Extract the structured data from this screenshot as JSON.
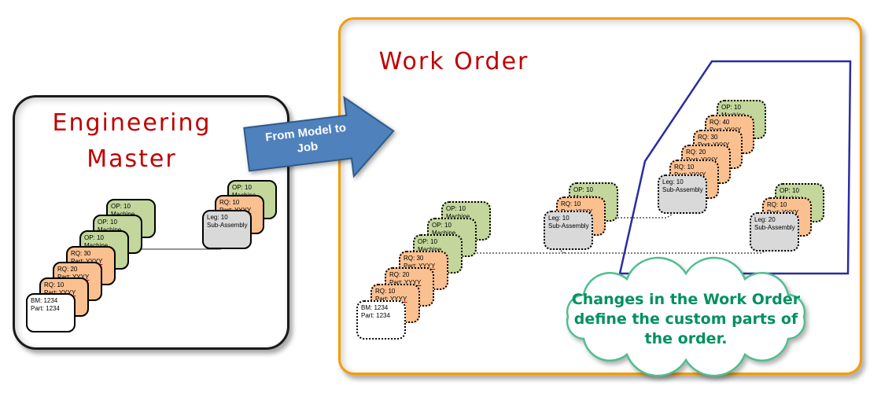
{
  "titles": {
    "engineering_master_line1": "Engineering",
    "engineering_master_line2": "Master",
    "work_order": "Work Order"
  },
  "arrow": {
    "label_line1": "From Model to",
    "label_line2": "Job"
  },
  "cloud": {
    "line1": "Changes in the Work Order",
    "line2": "define the custom parts of",
    "line3": "the order."
  },
  "colors": {
    "title_red": "#C00000",
    "work_order_border": "#F59C00",
    "engineering_border": "#1A1A1A",
    "arrow_fill": "#4F81BD",
    "arrow_stroke": "#2E5A88",
    "polygon_blue": "#2B2BA3",
    "cloud_green": "#4FBE8F",
    "cloud_text_green": "#00915F",
    "card_green": "#C3D69B",
    "card_orange": "#FAC090",
    "card_gray": "#D9D9D9",
    "card_white": "#FFFFFF"
  },
  "stacks": {
    "em_main": {
      "cards": [
        {
          "line1": "OP: 10",
          "line2": "Machine"
        },
        {
          "line1": "OP: 10",
          "line2": "Machine"
        },
        {
          "line1": "OP: 10",
          "line2": "Machine"
        },
        {
          "line1": "RQ: 30",
          "line2": "Part: YYYY"
        },
        {
          "line1": "RQ: 20",
          "line2": "Part: YYYY"
        },
        {
          "line1": "RQ: 10",
          "line2": "Part: YYYY"
        },
        {
          "line1": "BM: 1234",
          "line2": "Part: 1234"
        }
      ]
    },
    "em_sub": {
      "cards": [
        {
          "line1": "OP: 10",
          "line2": "Machine"
        },
        {
          "line1": "RQ: 10",
          "line2": "Part: YYYY"
        },
        {
          "line1": "Leg: 10",
          "line2": "Sub-Assembly"
        }
      ]
    },
    "wo_main": {
      "cards": [
        {
          "line1": "OP: 10",
          "line2": "Machine"
        },
        {
          "line1": "OP: 10",
          "line2": "Machine"
        },
        {
          "line1": "OP: 10",
          "line2": "Machine"
        },
        {
          "line1": "RQ: 30",
          "line2": "Part: YYYY"
        },
        {
          "line1": "RQ: 20",
          "line2": "Part: YYYY"
        },
        {
          "line1": "RQ: 10",
          "line2": "Part: YYYY"
        },
        {
          "line1": "BM: 1234",
          "line2": "Part: 1234"
        }
      ]
    },
    "wo_mid": {
      "cards": [
        {
          "line1": "OP: 10",
          "line2": "Machine"
        },
        {
          "line1": "RQ: 10",
          "line2": "Part: YYYY"
        },
        {
          "line1": "Leg: 10",
          "line2": "Sub-Assembly"
        }
      ]
    },
    "wo_poly": {
      "cards": [
        {
          "line1": "OP: 10",
          "line2": "Machine"
        },
        {
          "line1": "RQ: 40",
          "line2": "Part: YYYY"
        },
        {
          "line1": "RQ: 30",
          "line2": "Part: YYYY"
        },
        {
          "line1": "RQ: 20",
          "line2": "Part: YYYY"
        },
        {
          "line1": "RQ: 10",
          "line2": "Part: YYYY"
        },
        {
          "line1": "Leg: 10",
          "line2": "Sub-Assembly"
        }
      ]
    },
    "wo_right": {
      "cards": [
        {
          "line1": "OP: 10",
          "line2": "Machine"
        },
        {
          "line1": "RQ: 10",
          "line2": "Part: YYYY"
        },
        {
          "line1": "Leg: 20",
          "line2": "Sub-Assembly"
        }
      ]
    }
  }
}
